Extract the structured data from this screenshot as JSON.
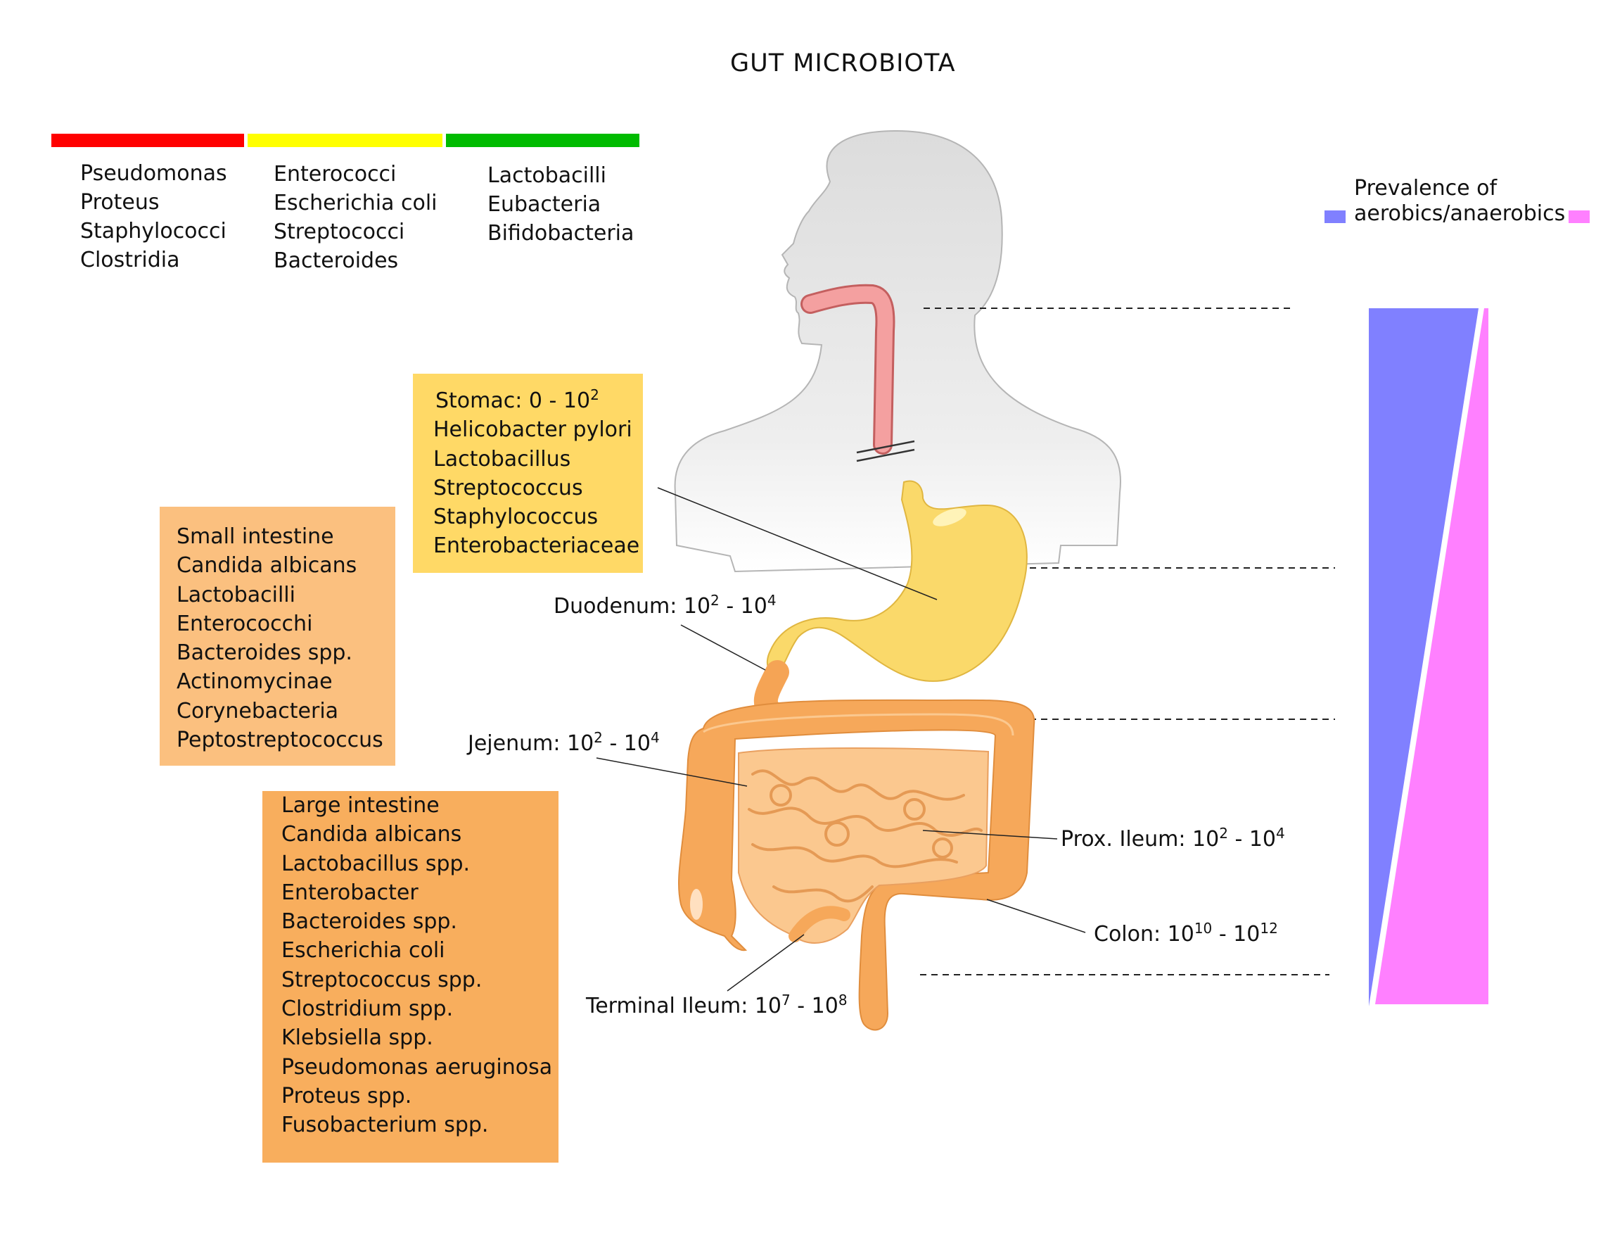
{
  "title": "GUT MICROBIOTA",
  "colors": {
    "bar_red": "#ff0000",
    "bar_yellow": "#ffff00",
    "bar_green": "#00bb00",
    "aerobic": "#8080ff",
    "anaerobic": "#ff80ff",
    "stomach_box": "#ffd966",
    "small_intestine_box": "#fbc07f",
    "large_intestine_box": "#f8ae5d"
  },
  "columns": {
    "red": [
      "Pseudomonas",
      "Proteus",
      "Staphylococci",
      "Clostridia"
    ],
    "yellow": [
      "Enterococci",
      "Escherichia coli",
      "Streptococci",
      "Bacteroides"
    ],
    "green": [
      "Lactobacilli",
      "Eubacteria",
      "Bifidobacteria"
    ]
  },
  "legend": {
    "line1": "Prevalence of",
    "line2": "aerobics/anaerobics"
  },
  "stomach": {
    "heading": "Stomac: 0 - 10",
    "heading_exp": "2",
    "items": [
      "Helicobacter pylori",
      "Lactobacillus",
      "Streptococcus",
      "Staphylococcus",
      "Enterobacteriaceae"
    ]
  },
  "small_intestine": {
    "items": [
      "Small intestine",
      "Candida albicans",
      "Lactobacilli",
      "Enterococchi",
      "Bacteroides spp.",
      "Actinomycinae",
      "Corynebacteria",
      "Peptostreptococcus"
    ]
  },
  "large_intestine": {
    "items": [
      "Large intestine",
      "Candida albicans",
      "Lactobacillus spp.",
      "Enterobacter",
      "Bacteroides spp.",
      "Escherichia coli",
      "Streptococcus spp.",
      "Clostridium spp.",
      "Klebsiella spp.",
      "Pseudomonas aeruginosa",
      "Proteus spp.",
      "Fusobacterium spp."
    ]
  },
  "labels": {
    "duodenum": {
      "text": "Duodenum: 10",
      "e1": "2",
      "mid": " - 10",
      "e2": "4"
    },
    "jejenum": {
      "text": "Jejenum: 10",
      "e1": "2",
      "mid": " - 10",
      "e2": "4"
    },
    "prox_ileum": {
      "text": "Prox. Ileum: 10",
      "e1": "2",
      "mid": " - 10",
      "e2": "4"
    },
    "colon": {
      "text": "Colon: 10",
      "e1": "10",
      "mid": " - 10",
      "e2": "12"
    },
    "terminal_ileum": {
      "text": "Terminal Ileum: 10",
      "e1": "7",
      "mid": " - 10",
      "e2": "8"
    }
  }
}
